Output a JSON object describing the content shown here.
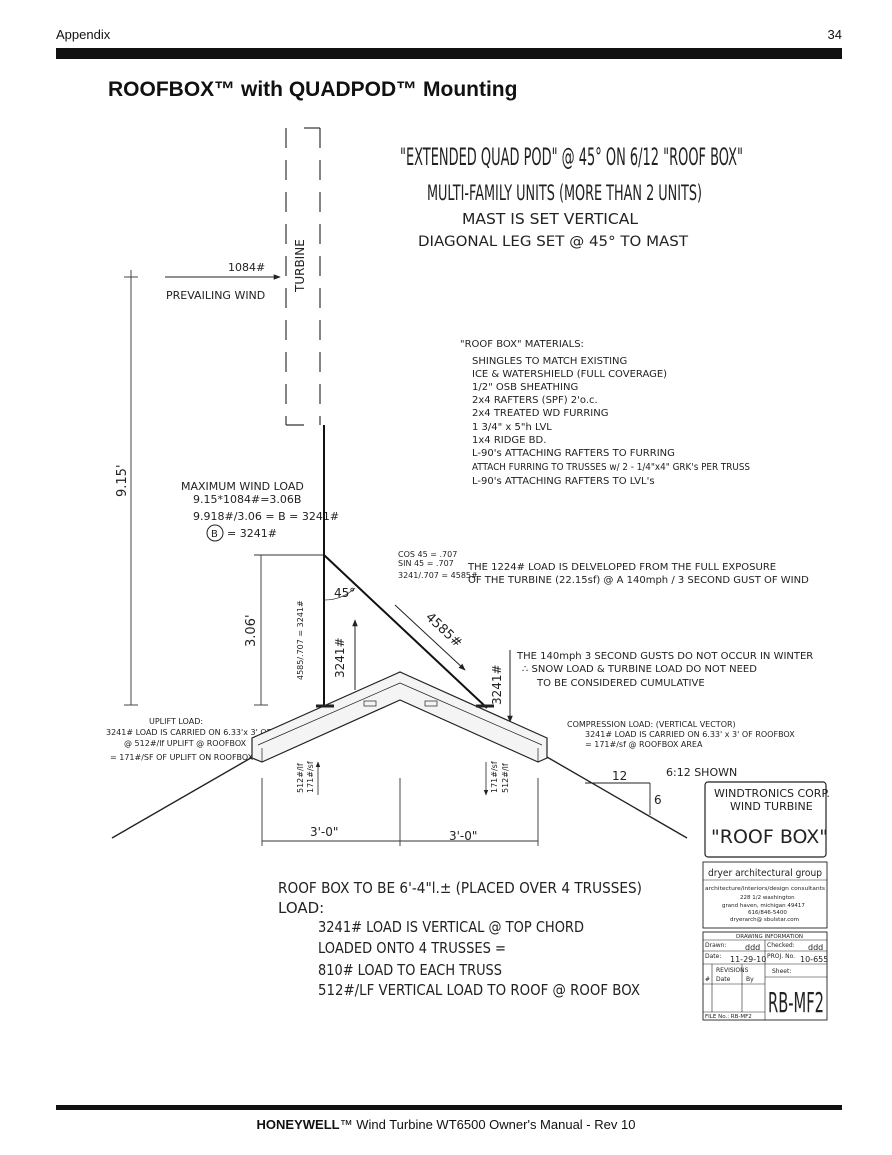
{
  "header": {
    "section": "Appendix",
    "page_number": "34"
  },
  "title": "ROOFBOX™ with QUADPOD™ Mounting",
  "drawing": {
    "heading_1": "\"EXTENDED QUAD POD\" @ 45° ON 6/12 \"ROOF BOX\"",
    "heading_2": "MULTI-FAMILY UNITS (MORE THAN 2 UNITS)",
    "heading_3": "MAST IS SET VERTICAL",
    "heading_4": "DIAGONAL LEG SET @ 45° TO MAST",
    "wind_force": "1084#",
    "prevailing_wind": "PREVAILING WIND",
    "turbine": "TURBINE",
    "height_total": "9.15'",
    "height_leg": "3.06'",
    "materials_title": "\"ROOF BOX\" MATERIALS:",
    "materials": [
      "SHINGLES TO MATCH EXISTING",
      "ICE & WATERSHIELD (FULL COVERAGE)",
      "1/2\" OSB SHEATHING",
      "2x4 RAFTERS (SPF) 2'o.c.",
      "2x4 TREATED WD FURRING",
      "1 3/4\" x 5\"h LVL",
      "1x4 RIDGE BD.",
      "L-90's ATTACHING RAFTERS TO FURRING",
      "ATTACH FURRING TO TRUSSES w/ 2 - 1/4\"x4\" GRK's PER TRUSS",
      "L-90's ATTACHING RAFTERS TO LVL's"
    ],
    "max_load_title": "MAXIMUM WIND LOAD",
    "max_load_1": "9.15*1084#=3.06B",
    "max_load_2": "9.918#/3.06 = B = 3241#",
    "max_load_b": "B",
    "max_load_3": "= 3241#",
    "cos_line": "COS 45 = .707",
    "sin_line": "SIN 45 = .707",
    "calc_line": "3241/.707 = 4585#",
    "exposure_1": "THE 1224# LOAD IS DELVELOPED FROM THE FULL EXPOSURE",
    "exposure_2": "OF THE TURBINE (22.15sf) @ A 140mph / 3 SECOND GUST OF WIND",
    "angle": "45°",
    "diag_load": "4585#",
    "vertical_calc": "4585/.707 = 3241#",
    "left_arrow_load": "3241#",
    "right_arrow_load": "3241#",
    "gust_1": "THE 140mph 3 SECOND GUSTS DO NOT OCCUR IN WINTER",
    "gust_2": "∴ SNOW LOAD & TURBINE LOAD DO NOT NEED",
    "gust_3": "TO BE CONSIDERED CUMULATIVE",
    "uplift_title": "UPLIFT LOAD:",
    "uplift_1": "3241# LOAD IS CARRIED ON 6.33'x 3' OF ROOF",
    "uplift_2": "@ 512#/lf UPLIFT @ ROOFBOX",
    "uplift_3": "= 171#/SF OF UPLIFT ON ROOFBOX",
    "comp_title": "COMPRESSION LOAD: (VERTICAL VECTOR)",
    "comp_1": "3241# LOAD IS CARRIED ON 6.33' x 3' OF ROOFBOX",
    "comp_2": "= 171#/sf @ ROOFBOX AREA",
    "left_small_1": "512#/lf",
    "left_small_2": "171#/sf",
    "right_small_1": "171#/sf",
    "right_small_2": "512#/lf",
    "pitch_run": "12",
    "pitch_rise": "6",
    "pitch_shown": "6:12 SHOWN",
    "dim_left": "3'-0\"",
    "dim_right": "3'-0\"",
    "notes_1": "ROOF BOX TO BE 6'-4\"l.±  (PLACED OVER 4 TRUSSES)",
    "notes_2": "LOAD:",
    "notes_3": "3241# LOAD IS VERTICAL @ TOP CHORD",
    "notes_4": "LOADED ONTO 4 TRUSSES =",
    "notes_5": "810# LOAD TO EACH TRUSS",
    "notes_6": "512#/LF VERTICAL LOAD TO ROOF @ ROOF BOX"
  },
  "title_block": {
    "company_1": "WINDTRONICS CORP.",
    "company_2": "WIND TURBINE",
    "drawing_name": "\"ROOF BOX\"",
    "firm": "dryer architectural group",
    "firm_sub": "architecture/interiors/design consultants",
    "address_1": "228 1/2 washington",
    "address_2": "grand haven, michigan 49417",
    "phone": "616/846-5400",
    "email": "dryerarch@ sbulstar.com",
    "info_title": "DRAWING INFORMATION",
    "drawn_label": "Drawn:",
    "drawn_value": "ddd",
    "checked_label": "Checked:",
    "checked_value": "ddd",
    "date_label": "Date:",
    "date_value": "11-29-10",
    "proj_label": "PROJ. No.",
    "proj_value": "10-655",
    "revisions_label": "REVISIONS",
    "rev_no": "#",
    "rev_date": "Date",
    "rev_by": "By",
    "sheet_label": "Sheet:",
    "sheet_value": "RB-MF2",
    "file_label": "FILE No.: RB-MF2"
  },
  "footer": {
    "brand": "HONEYWELL",
    "text": "™ Wind Turbine WT6500 Owner's Manual - Rev 10"
  }
}
